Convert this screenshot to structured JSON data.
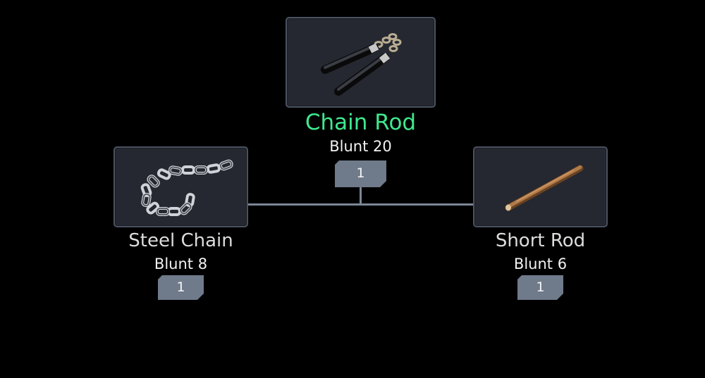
{
  "recipe": {
    "result": {
      "name": "Chain Rod",
      "stat": "Blunt 20",
      "quantity": "1",
      "icon": "nunchaku-icon"
    },
    "ingredients": [
      {
        "name": "Steel Chain",
        "stat": "Blunt 8",
        "quantity": "1",
        "icon": "chain-icon"
      },
      {
        "name": "Short Rod",
        "stat": "Blunt 6",
        "quantity": "1",
        "icon": "wooden-rod-icon"
      }
    ]
  },
  "colors": {
    "result_name": "#3fe88d",
    "ingredient_name": "#dcdcdc",
    "slot_background": "#252830",
    "slot_border": "#4a5260",
    "badge": "#6f7a8a",
    "connector": "#7c8696"
  }
}
